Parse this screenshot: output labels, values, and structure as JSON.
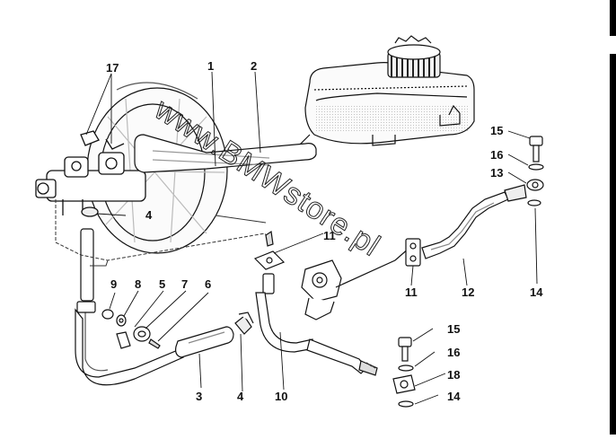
{
  "watermark": "www.BMWstore.pl",
  "callouts": [
    {
      "id": "c17",
      "text": "17"
    },
    {
      "id": "c1",
      "text": "1"
    },
    {
      "id": "c2",
      "text": "2"
    },
    {
      "id": "c15a",
      "text": "15"
    },
    {
      "id": "c16a",
      "text": "16"
    },
    {
      "id": "c13",
      "text": "13"
    },
    {
      "id": "c4a",
      "text": "4"
    },
    {
      "id": "c11a",
      "text": "11"
    },
    {
      "id": "c11b",
      "text": "11"
    },
    {
      "id": "c12",
      "text": "12"
    },
    {
      "id": "c14a",
      "text": "14"
    },
    {
      "id": "c9",
      "text": "9"
    },
    {
      "id": "c8",
      "text": "8"
    },
    {
      "id": "c5",
      "text": "5"
    },
    {
      "id": "c7",
      "text": "7"
    },
    {
      "id": "c6",
      "text": "6"
    },
    {
      "id": "c15b",
      "text": "15"
    },
    {
      "id": "c16b",
      "text": "16"
    },
    {
      "id": "c18",
      "text": "18"
    },
    {
      "id": "c14b",
      "text": "14"
    },
    {
      "id": "c3",
      "text": "3"
    },
    {
      "id": "c4b",
      "text": "4"
    },
    {
      "id": "c10",
      "text": "10"
    }
  ]
}
